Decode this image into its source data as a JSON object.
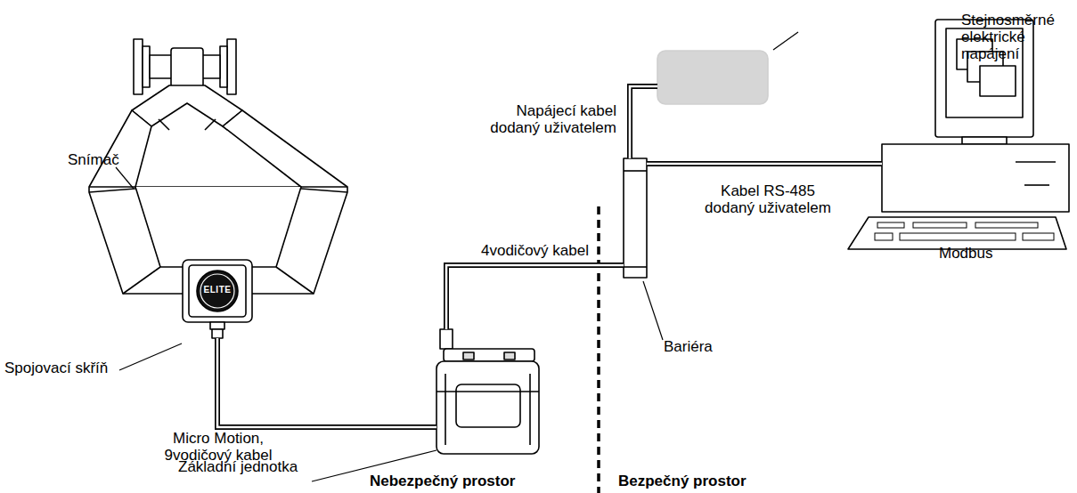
{
  "diagram": {
    "nodes": [
      {
        "text": [
          "Snímač"
        ]
      },
      {
        "text": [
          "Spojovací skříň"
        ]
      },
      {
        "text": [
          "Základní jednotka"
        ]
      },
      {
        "text": [
          "Bariéra"
        ]
      },
      {
        "text": [
          "Stejnosměrné elektrické napájení"
        ]
      },
      {
        "text": [
          "Modbus"
        ]
      }
    ],
    "edges": [
      {
        "from": 1,
        "to": 2,
        "label": "Micro Motion, 9vodičový kabel",
        "arrow": "none"
      },
      {
        "from": 2,
        "to": 3,
        "label": "4vodičový kabel",
        "arrow": "none"
      },
      {
        "from": 4,
        "to": 3,
        "label": "Napájecí kabel dodaný uživatelem",
        "arrow": "none"
      },
      {
        "from": 3,
        "to": 5,
        "label": "Kabel RS-485 dodaný uživatelem",
        "arrow": "none"
      }
    ],
    "labels": [
      "ELITE",
      "Nebezpečný prostor",
      "Bezpečný prostor"
    ]
  }
}
